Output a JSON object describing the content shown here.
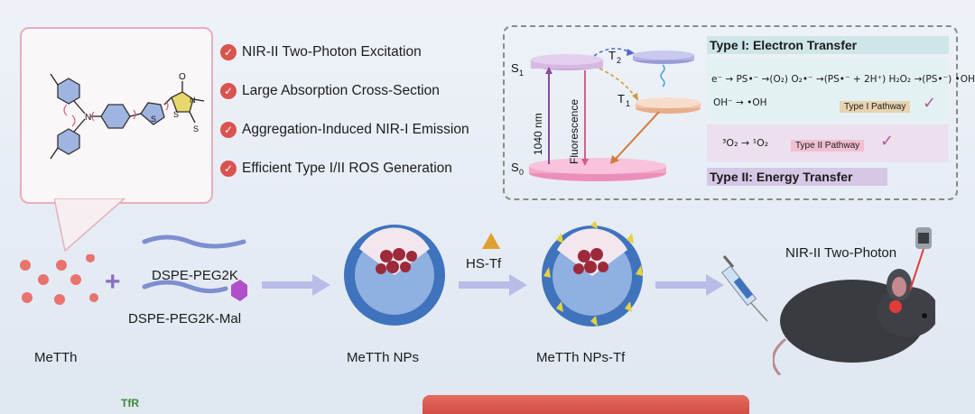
{
  "features": [
    "NIR-II Two-Photon Excitation",
    "Large Absorption Cross-Section",
    "Aggregation-Induced NIR-I Emission",
    "Efficient Type I/II ROS Generation"
  ],
  "jablonski": {
    "s1": "S",
    "s1_sub": "1",
    "s0": "S",
    "s0_sub": "0",
    "t2": "T",
    "t2_sub": "2",
    "t1": "T",
    "t1_sub": "1",
    "excitation": "1040 nm",
    "fluorescence": "Fluorescence"
  },
  "type1": {
    "title": "Type I: Electron Transfer",
    "line1": "e⁻ → PS•⁻ →(O₂) O₂•⁻ →(PS•⁻ + 2H⁺) H₂O₂ →(PS•⁻) •OH",
    "line2": "OH⁻ → •OH",
    "badge": "Type I Pathway"
  },
  "type2": {
    "line": "³O₂ → ¹O₂",
    "badge": "Type II Pathway",
    "title": "Type II: Energy Transfer"
  },
  "molecule": {
    "n": "N",
    "s_ring": "S",
    "s_thio": "S",
    "o": "O",
    "n2": "N",
    "s_exo": "S"
  },
  "labels": {
    "dspe_peg": "DSPE-PEG2K",
    "dspe_peg_mal": "DSPE-PEG2K-Mal",
    "metth": "MeTTh",
    "metth_nps": "MeTTh NPs",
    "hs_tf": "HS-Tf",
    "metth_nps_tf": "MeTTh NPs-Tf",
    "nir_two_photon": "NIR-II Two-Photon",
    "tfr": "TfR"
  },
  "colors": {
    "accent_red": "#d9534f",
    "s_state": "#c8a6d6",
    "s0_state": "#f19ac0",
    "t2_state": "#a8a8dc",
    "t1_state": "#f1c6a8",
    "nanoparticle_core": "#9c2a3a",
    "shell": "#3b6fb7"
  }
}
